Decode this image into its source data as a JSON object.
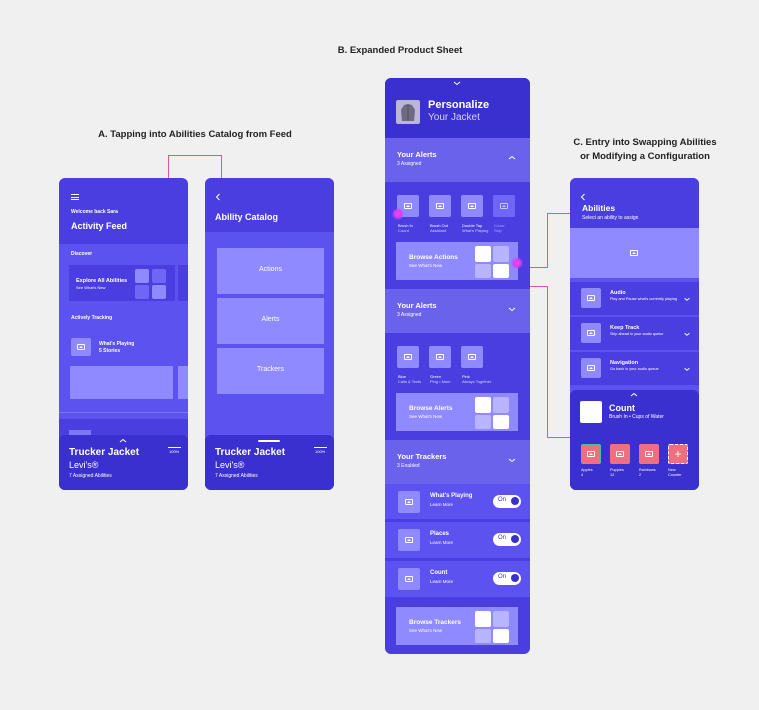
{
  "sections": {
    "a_title": "A. Tapping into Abilities Catalog from Feed",
    "b_title": "B. Expanded Product Sheet",
    "c_title": "C. Entry into Swapping Abilities\nor Modifying a Configuration"
  },
  "feed": {
    "welcome": "Welcome back Sara",
    "title": "Activity Feed",
    "discover": "Discover",
    "explore_title": "Explore All Abilities",
    "explore_sub": "See What's New",
    "tracking": "Actively Tracking",
    "playing_title": "What's Playing",
    "playing_sub": "5 Stories"
  },
  "jacket": {
    "name": "Trucker Jacket",
    "brand": "Levi's®",
    "assigned": "7 Assigned Abilities",
    "battery": "100%"
  },
  "catalog": {
    "title": "Ability Catalog",
    "items": [
      "Actions",
      "Alerts",
      "Trackers"
    ]
  },
  "sheet": {
    "header_title": "Personalize",
    "header_sub": "Your Jacket",
    "alerts1": {
      "title": "Your Alerts",
      "sub": "3 Assigned",
      "items": [
        {
          "name": "Brush In",
          "sub": "Count"
        },
        {
          "name": "Brush Out",
          "sub": "Assistant"
        },
        {
          "name": "Double Tap",
          "sub": "What's Playing"
        },
        {
          "name": "Cover",
          "sub": "Skip"
        }
      ],
      "browse_title": "Browse Actions",
      "browse_sub": "See What's New"
    },
    "alerts2": {
      "title": "Your Alerts",
      "sub": "3 Assigned",
      "items": [
        {
          "name": "Blue",
          "sub": "Calls & Texts"
        },
        {
          "name": "Green",
          "sub": "Ping • Mom"
        },
        {
          "name": "Pink",
          "sub": "Always Together"
        }
      ],
      "browse_title": "Browse Alerts",
      "browse_sub": "See What's New"
    },
    "trackers": {
      "title": "Your Trackers",
      "sub": "3 Enabled",
      "items": [
        {
          "name": "What's Playing",
          "sub": "Learn More",
          "toggle": "On"
        },
        {
          "name": "Places",
          "sub": "Learn More",
          "toggle": "On"
        },
        {
          "name": "Count",
          "sub": "Learn More",
          "toggle": "On"
        }
      ],
      "browse_title": "Browse Trackers",
      "browse_sub": "See What's New"
    }
  },
  "abilities": {
    "title": "Abilities",
    "sub": "Select an ability to assign",
    "items": [
      {
        "name": "Audio",
        "sub": "Play and Pause what's currently playing"
      },
      {
        "name": "Keep Track",
        "sub": "Skip ahead in your audio queue"
      },
      {
        "name": "Navigation",
        "sub": "Go back in your audio queue"
      }
    ],
    "count_title": "Count",
    "count_sub": "Brush In • Cups of Water",
    "counters": [
      {
        "name": "Apples",
        "value": "4"
      },
      {
        "name": "Puppies",
        "value": "12"
      },
      {
        "name": "Rainbows",
        "value": "2"
      },
      {
        "name": "New",
        "value": "Counter"
      }
    ]
  },
  "colors": {
    "accent_pink": "#e64fa8",
    "phone_bg": "#4a3ee0",
    "counter_tile": "#ef6f7f"
  }
}
